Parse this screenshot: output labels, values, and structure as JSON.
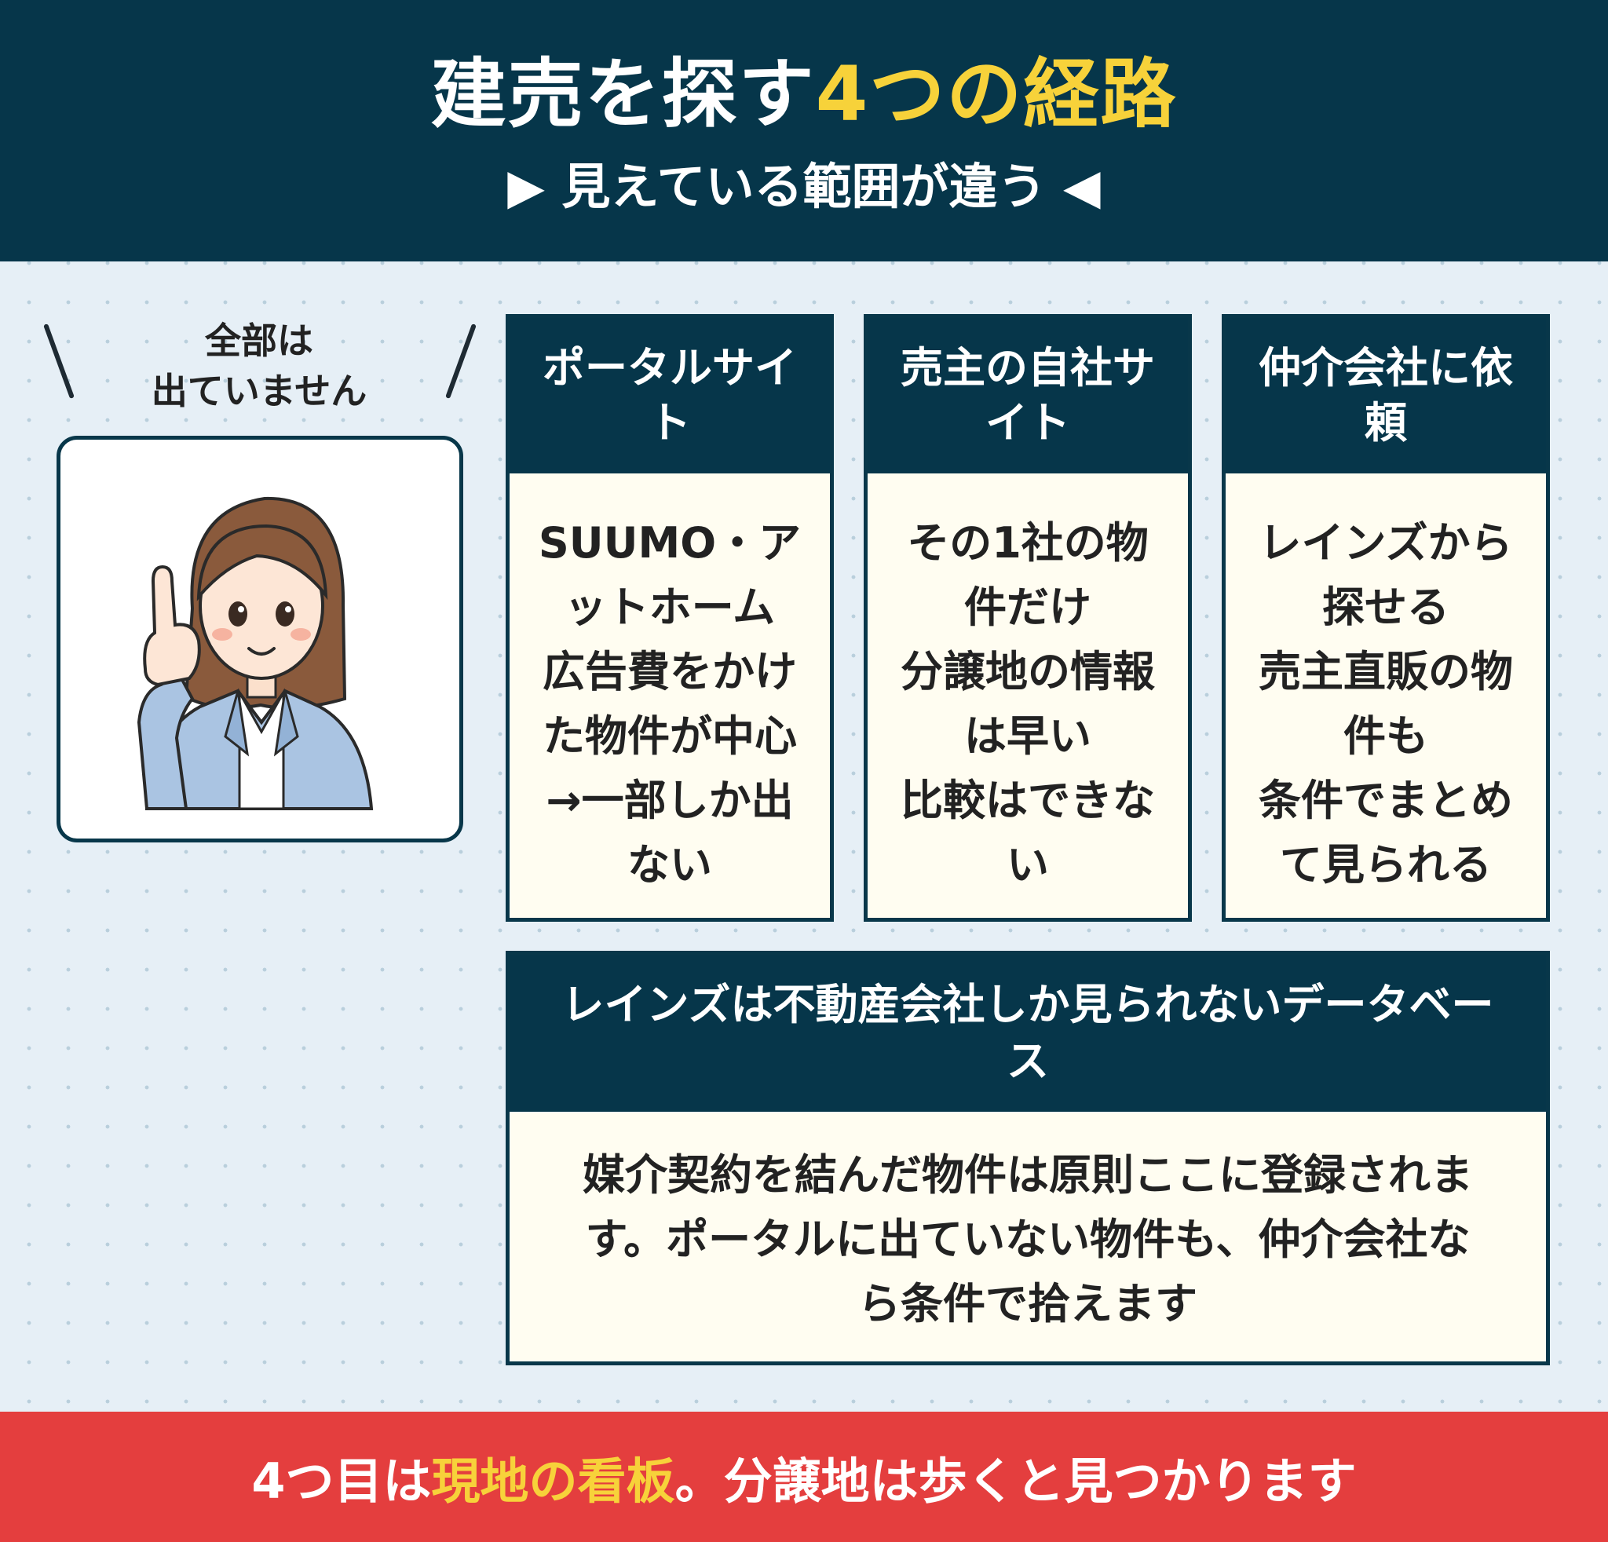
{
  "header": {
    "title_main": "建売を探す",
    "title_highlight": "4つの経路",
    "subtitle_arrow_left": "▶",
    "subtitle": "見えている範囲が違う",
    "subtitle_arrow_right": "◀"
  },
  "speech": {
    "line1": "全部は",
    "line2": "出ていません"
  },
  "cards": [
    {
      "header_lines": [
        "ポータルサイ",
        "ト"
      ],
      "body_lines": [
        "SUUMO・ア",
        "ットホーム",
        "広告費をかけ",
        "た物件が中心",
        "→一部しか出",
        "ない"
      ]
    },
    {
      "header_lines": [
        "売主の自社サ",
        "イト"
      ],
      "body_lines": [
        "その1社の物",
        "件だけ",
        "分譲地の情報",
        "は早い",
        "比較はできな",
        "い"
      ]
    },
    {
      "header_lines": [
        "仲介会社に依",
        "頼"
      ],
      "body_lines": [
        "レインズから",
        "探せる",
        "売主直販の物",
        "件も",
        "条件でまとめ",
        "て見られる"
      ]
    }
  ],
  "wide_card": {
    "header_lines": [
      "レインズは不動産会社しか見られないデータベー",
      "ス"
    ],
    "body_lines": [
      "媒介契約を結んだ物件は原則ここに登録されま",
      "す。ポータルに出ていない物件も、仲介会社な",
      "ら条件で拾えます"
    ]
  },
  "footer": {
    "prefix": "4つ目は",
    "highlight": "現地の看板",
    "suffix": "。分譲地は歩くと見つかります"
  },
  "colors": {
    "navy": "#06364a",
    "accent_yellow": "#f7d23a",
    "footer_red": "#e43e3e",
    "card_bg": "#fffdf1",
    "page_bg": "#e6eff6"
  },
  "icons": {
    "illustration": "woman-pointing-up-illustration"
  }
}
